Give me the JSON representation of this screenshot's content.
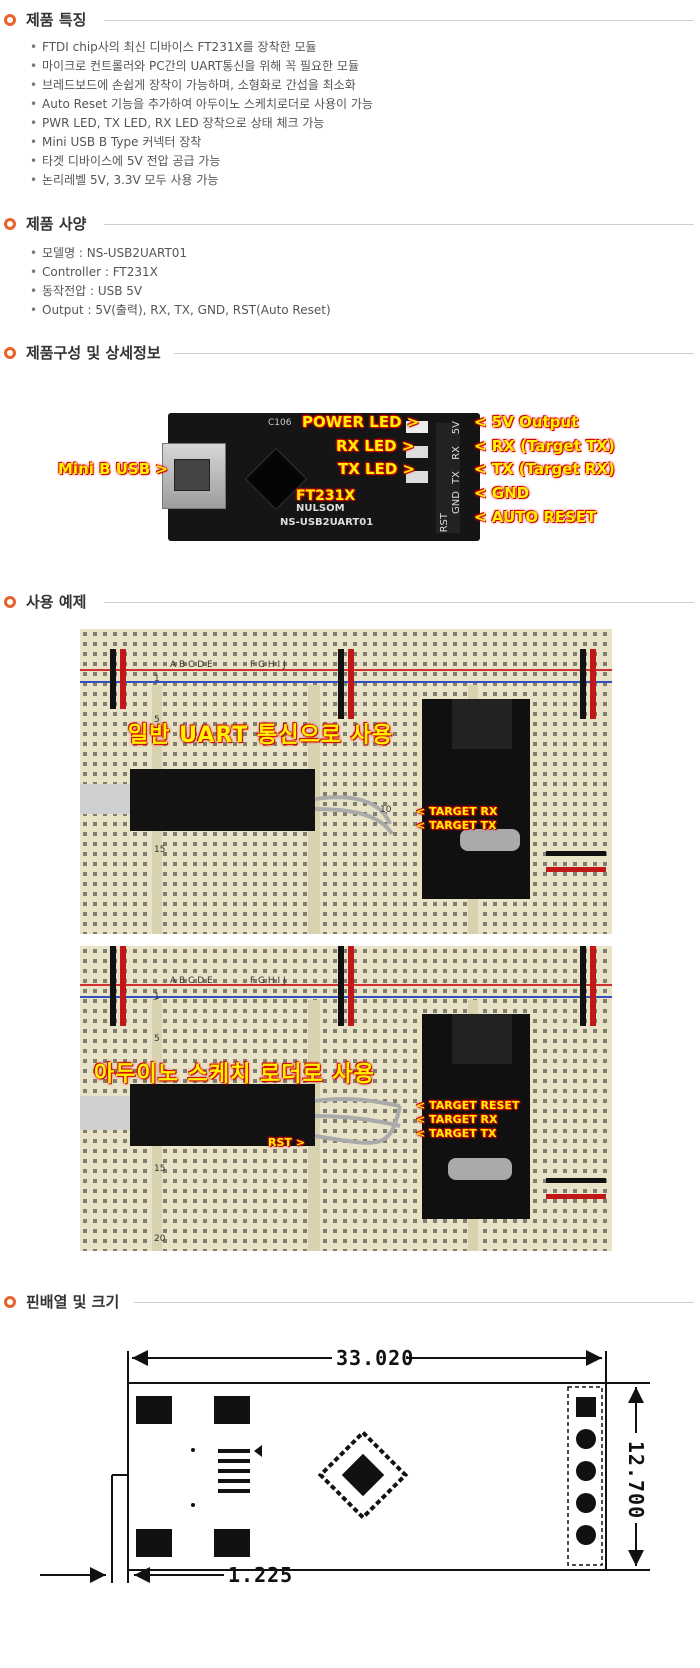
{
  "features": {
    "title": "제품 특징",
    "items": [
      "FTDI chip사의 최신 디바이스 FT231X를 장착한 모듈",
      "마이크로 컨트롤러와 PC간의 UART통신을 위해 꼭 필요한 모듈",
      "브레드보드에 손쉽게 장착이 가능하며, 소형화로 간섭을 최소화",
      "Auto Reset 기능을 추가하여 아두이노 스케치로더로 사용이 가능",
      "PWR LED, TX LED, RX LED 장착으로 상태 체크 가능",
      "Mini USB B Type 커넥터 장착",
      "타겟 디바이스에 5V 전압 공급 가능",
      "논리레벨 5V, 3.3V 모두 사용 가능"
    ]
  },
  "specs": {
    "title": "제품 사양",
    "items": [
      "모델명  : NS-USB2UART01",
      "Controller : FT231X",
      "동작전압 : USB 5V",
      "Output  : 5V(출력), RX, TX, GND, RST(Auto Reset)"
    ]
  },
  "composition": {
    "title": "제품구성 및 상세정보",
    "labels": {
      "power_led": "POWER LED >",
      "rx_led": "RX LED >",
      "tx_led": "TX LED >",
      "mini_usb": "Mini B USB >",
      "ft231x": "FT231X",
      "nulsom": "NULSOM",
      "model": "NS-USB2UART01",
      "c106": "C106",
      "out_5v": "< 5V Output",
      "rx_target": "< RX (Target TX)",
      "tx_target": "< TX (Target RX)",
      "gnd": "< GND",
      "auto_reset": "< AUTO RESET",
      "pin_5v": "5V",
      "pin_rx": "RX",
      "pin_tx": "TX",
      "pin_gnd": "GND",
      "pin_rst": "RST"
    }
  },
  "examples": {
    "title": "사용 예제",
    "photo1": {
      "caption": "일반 UART 통신으로 사용",
      "target_rx": "< TARGET RX",
      "target_tx": "< TARGET TX"
    },
    "photo2": {
      "caption": "아두이노 스케치 로더로 사용",
      "target_reset": "< TARGET RESET",
      "target_rx": "< TARGET RX",
      "target_tx": "< TARGET TX",
      "rst": "RST >"
    },
    "board_cols_left": "A B C D E",
    "board_cols_right": "F G H I J",
    "row_1": "1",
    "row_5": "5",
    "row_10": "10",
    "row_15": "15",
    "row_20": "20"
  },
  "pinout": {
    "title": "핀배열 및 크기",
    "width": "33.020",
    "height": "12.700",
    "offset": "1.225"
  },
  "colors": {
    "accent": "#e8622c",
    "label_yellow": "#fff200",
    "label_glow": "#e01000"
  }
}
